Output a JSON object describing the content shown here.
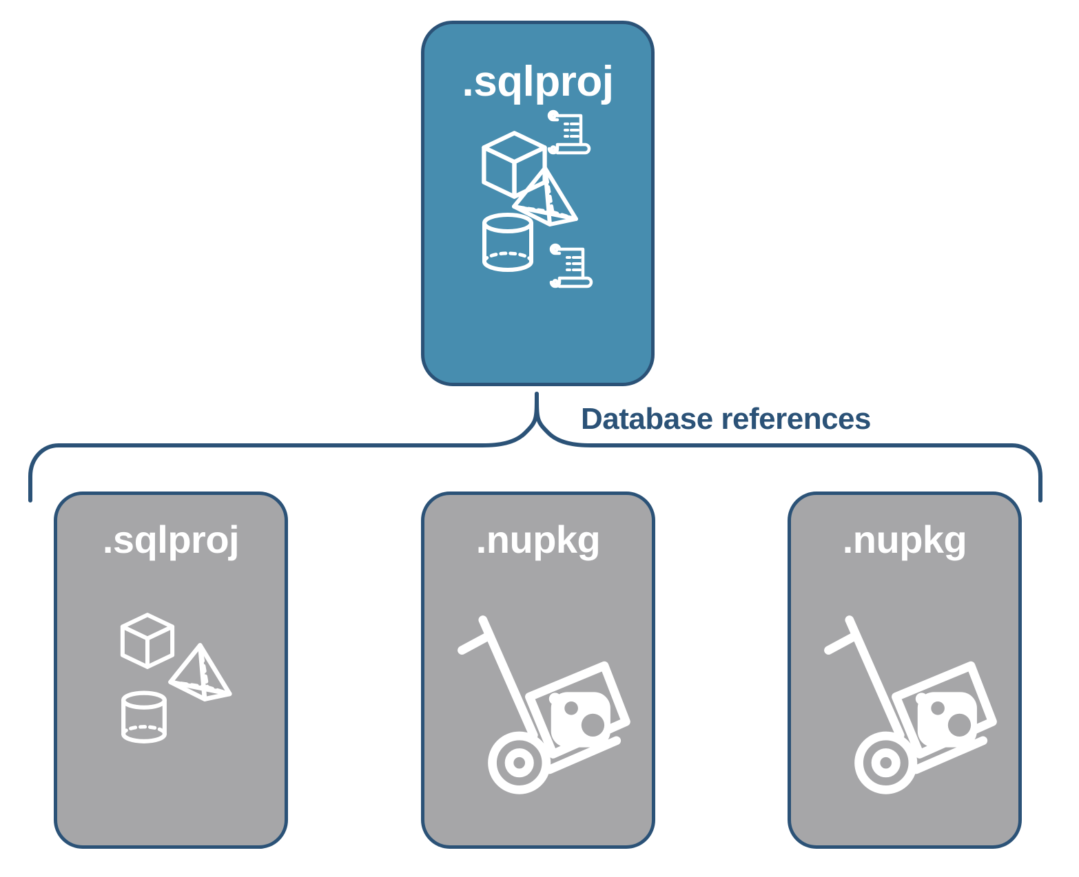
{
  "diagram": {
    "title_text": "Database references",
    "colors": {
      "primary_card": "#478daf",
      "secondary_card": "#a6a6a8",
      "stroke": "#2b5277",
      "icon": "#ffffff",
      "background": "#ffffff"
    }
  },
  "top_card": {
    "label": ".sqlproj",
    "icons": [
      "cube-icon",
      "script-scroll-icon",
      "pyramid-icon",
      "cylinder-icon",
      "script-scroll-icon"
    ]
  },
  "connector": {
    "type": "curly-brace",
    "label": "Database references",
    "direction": "up"
  },
  "referenced_cards": [
    {
      "label": ".sqlproj",
      "icons": [
        "cube-icon",
        "pyramid-icon",
        "cylinder-icon"
      ]
    },
    {
      "label": ".nupkg",
      "icons": [
        "nuget-package-handtruck-icon"
      ]
    },
    {
      "label": ".nupkg",
      "icons": [
        "nuget-package-handtruck-icon"
      ]
    }
  ]
}
